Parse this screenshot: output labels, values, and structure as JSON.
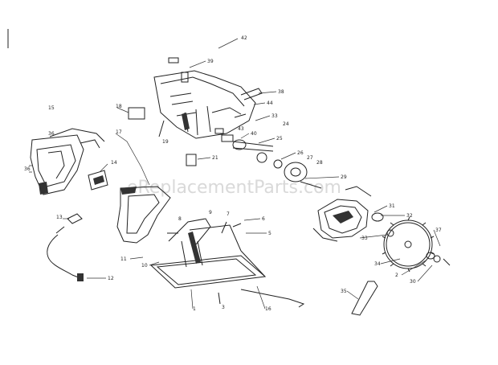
{
  "watermark": "eReplacementParts.com",
  "part_numbers": {
    "p42": "42",
    "p39": "39",
    "p38": "38",
    "p44": "44",
    "p33": "33",
    "p24": "24",
    "p43": "43",
    "p40": "40",
    "p25": "25",
    "p18": "18",
    "p19": "19",
    "p26": "26",
    "p27": "27",
    "p28": "28",
    "p21": "21",
    "p29": "29",
    "p15": "15",
    "p36": "36",
    "p17": "17",
    "p14": "14",
    "p31": "31",
    "p32": "32",
    "p33b": "33",
    "p37": "37",
    "p13": "13",
    "p12": "12",
    "p8": "8",
    "p9": "9",
    "p7": "7",
    "p6": "6",
    "p5": "5",
    "p11": "11",
    "p10": "10",
    "p35": "35",
    "p34": "34",
    "p2": "2",
    "p30": "30",
    "p3": "3",
    "p1": "1",
    "p16": "16",
    "p36b": "36"
  }
}
